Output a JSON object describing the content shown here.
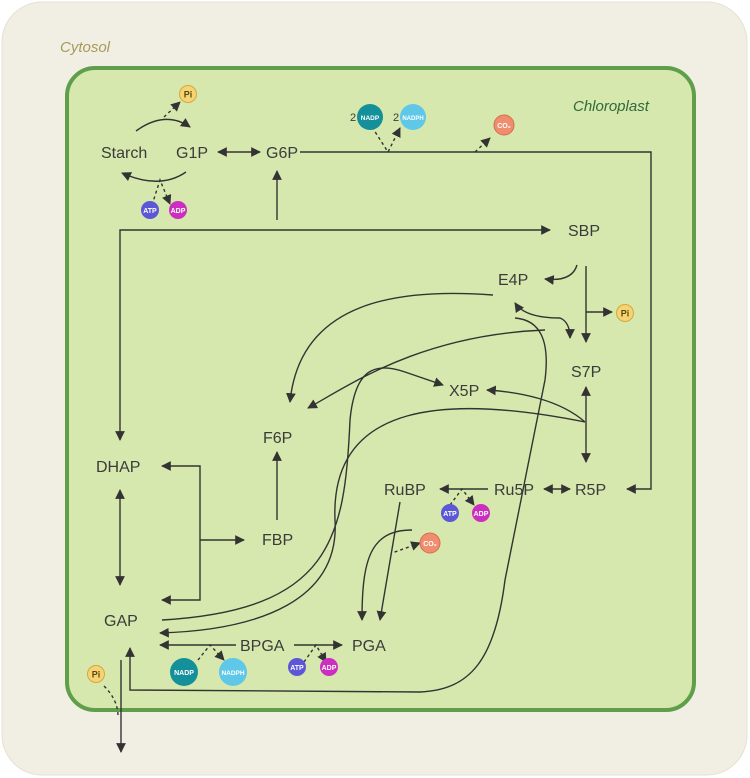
{
  "regions": {
    "cytosol": "Cytosol",
    "chloroplast": "Chloroplast"
  },
  "metabolites": {
    "starch": "Starch",
    "g1p": "G1P",
    "g6p": "G6P",
    "sbp": "SBP",
    "e4p": "E4P",
    "s7p": "S7P",
    "x5p": "X5P",
    "f6p": "F6P",
    "dhap": "DHAP",
    "rubp": "RuBP",
    "ru5p": "Ru5P",
    "r5p": "R5P",
    "fbp": "FBP",
    "gap": "GAP",
    "bpga": "BPGA",
    "pga": "PGA"
  },
  "cofactors": {
    "pi": "Pi",
    "atp": "ATP",
    "adp": "ADP",
    "nadp": "NADP",
    "nadph": "NADPH",
    "co2": "CO₂",
    "coef_2": "2"
  },
  "colors": {
    "cytosol_bg": "#f1efe3",
    "chloroplast_bg": "#d6e8ad",
    "chloroplast_border": "#5f9e4a",
    "cytosol_label": "#a8995a",
    "chloroplast_label": "#2f6a3a",
    "pi": "#f6d373",
    "atp": "#5b57d6",
    "adp": "#cc2fc0",
    "nadp": "#14909a",
    "nadph": "#5fc7e8",
    "co2": "#f08d6e"
  }
}
